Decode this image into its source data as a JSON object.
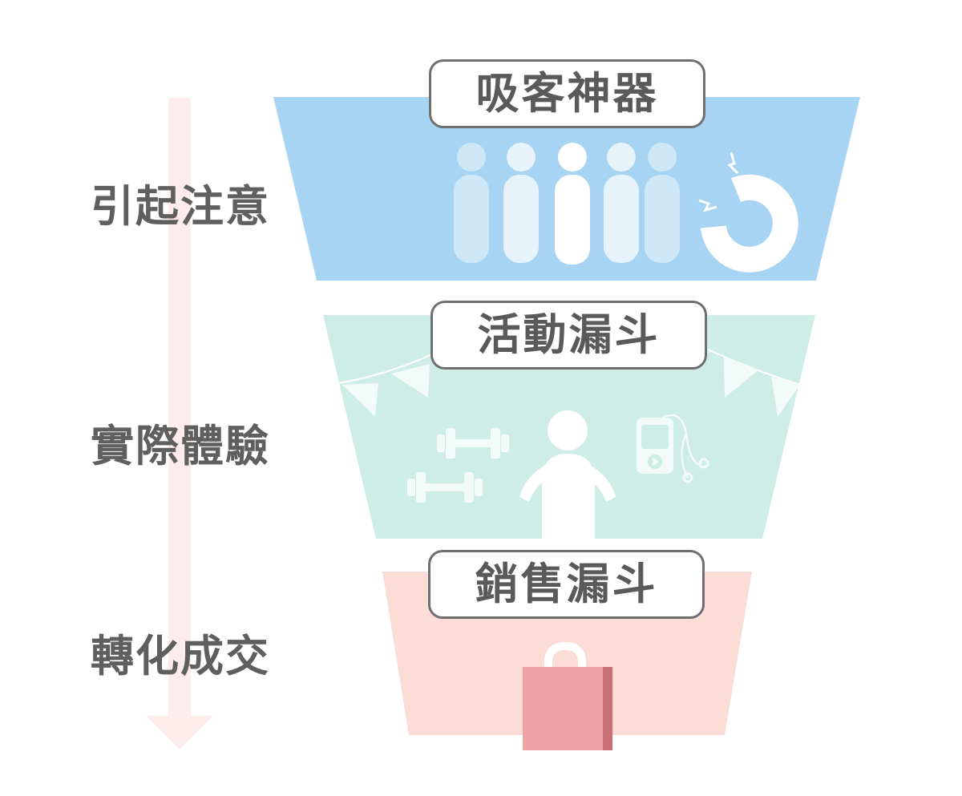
{
  "stages": [
    {
      "side_label": "引起注意",
      "funnel_label": "吸客神器",
      "color": "#a6d4f2"
    },
    {
      "side_label": "實際體驗",
      "funnel_label": "活動漏斗",
      "color": "#cdede6"
    },
    {
      "side_label": "轉化成交",
      "funnel_label": "銷售漏斗",
      "color": "#fcdcd6"
    }
  ],
  "icons": {
    "stage1": [
      "people-group-icon",
      "magnet-icon"
    ],
    "stage2": [
      "bunting-flags-icon",
      "dumbbell-icon",
      "person-icon",
      "music-player-icon"
    ],
    "stage3": [
      "shopping-bag-icon"
    ]
  },
  "colors": {
    "text": "#5f5f5f",
    "arrow": "#fdeceb",
    "bag": "#f0a3a5",
    "bag_dark": "#c87073"
  }
}
